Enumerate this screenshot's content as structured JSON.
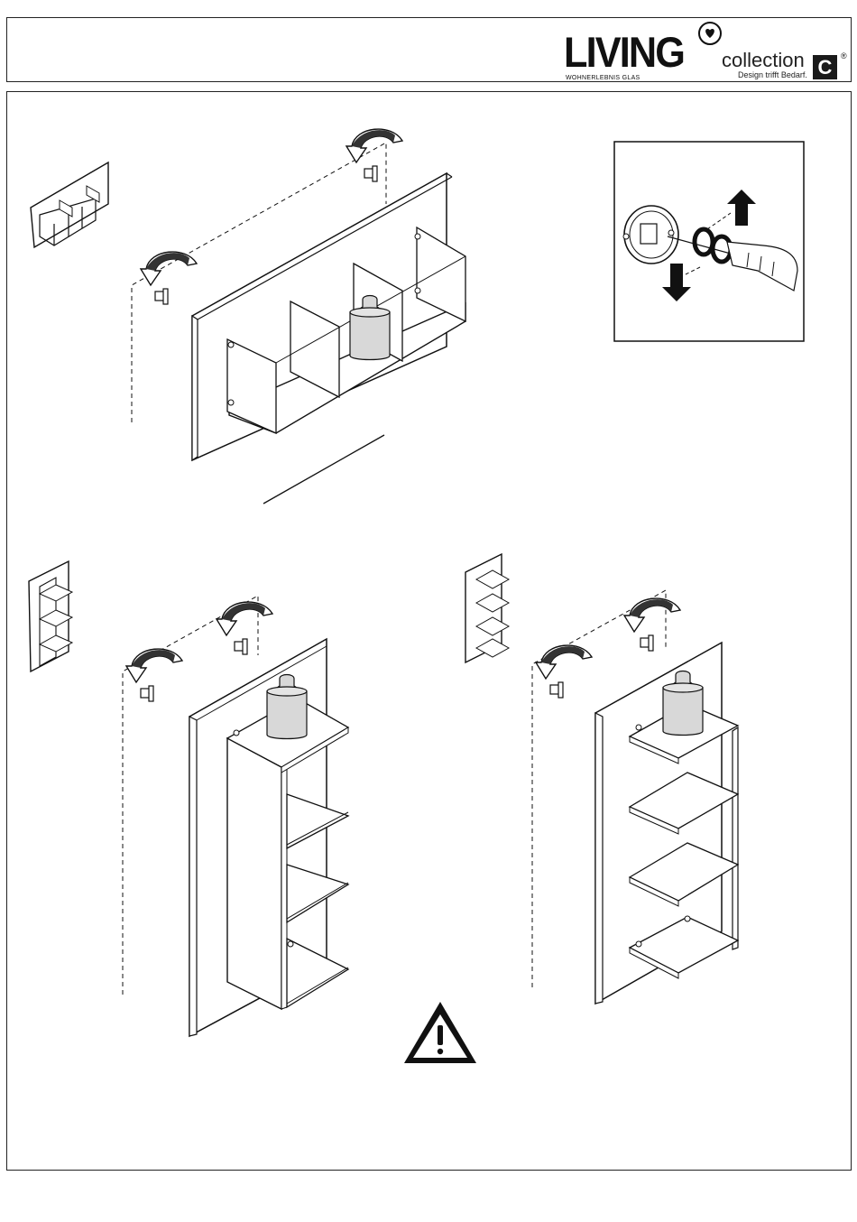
{
  "header": {
    "brand": "LIVING",
    "brand_sub": "WOHNERLEBNIS GLAS",
    "collection": "collection",
    "tagline": "Design trifft Bedarf.",
    "c_mark": "C",
    "registered": "®"
  },
  "icons": {
    "logo_mark": "heart-circle-icon",
    "hint": "screwdriver-adjust-icon",
    "warning": "warning-triangle-icon"
  }
}
